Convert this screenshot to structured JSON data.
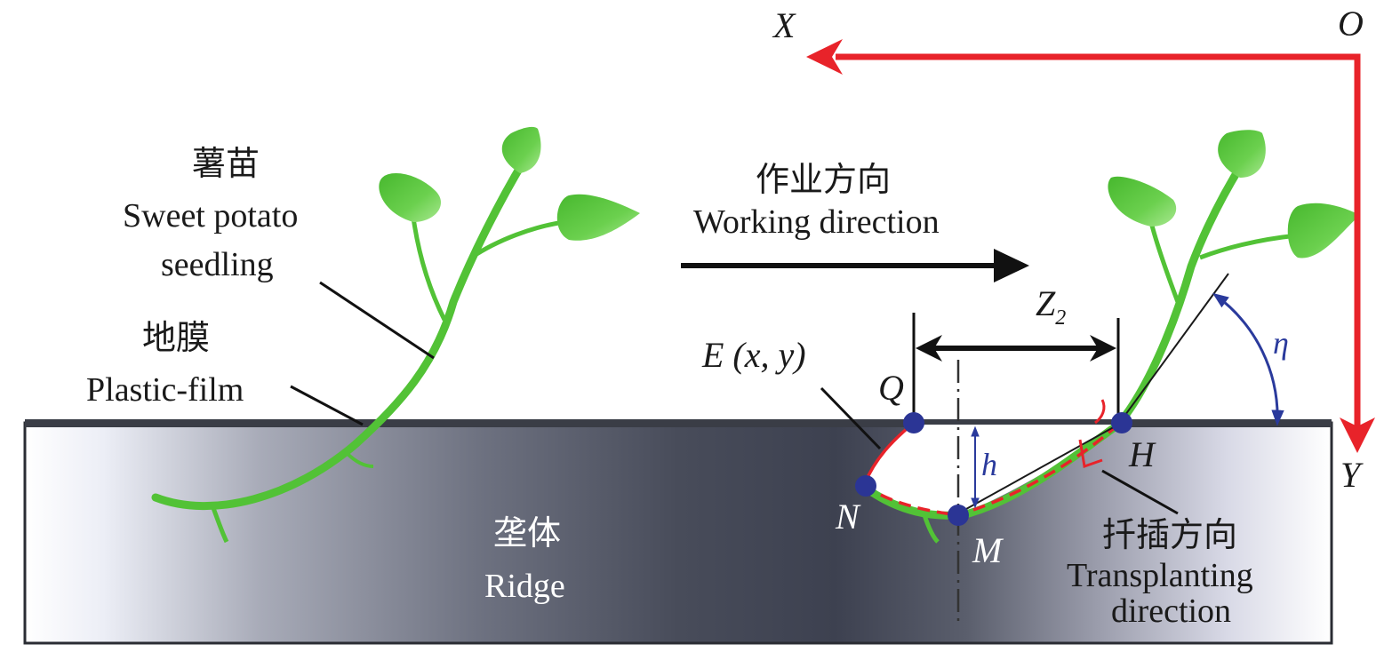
{
  "figure": {
    "title": "Sweet potato seedling transplanting trajectory diagram",
    "axes": {
      "origin_label": "O",
      "x_label": "X",
      "y_label": "Y",
      "axis_color": "#e8232a"
    },
    "labels": {
      "seedling_cn": "薯苗",
      "seedling_en_line1": "Sweet potato",
      "seedling_en_line2": "seedling",
      "film_cn": "地膜",
      "film_en": "Plastic-film",
      "working_cn": "作业方向",
      "working_en": "Working direction",
      "ridge_cn": "垄体",
      "ridge_en": "Ridge",
      "transplant_cn": "扦插方向",
      "transplant_en_line1": "Transplanting",
      "transplant_en_line2": "direction",
      "curve_label": "E (x, y)"
    },
    "points": {
      "Q": "Q",
      "N": "N",
      "M": "M",
      "H": "H"
    },
    "dimensions": {
      "z_label": "Z",
      "z_sub": "2",
      "h_label": "h",
      "angle_label": "η"
    },
    "colors": {
      "seedling_green": "#52c236",
      "point_blue": "#2b3595",
      "trajectory_red": "#e8232a",
      "annotation_blue": "#2a3a9c",
      "ridge_dark": "#3f4452",
      "ridge_light": "#f4f4fb"
    }
  }
}
